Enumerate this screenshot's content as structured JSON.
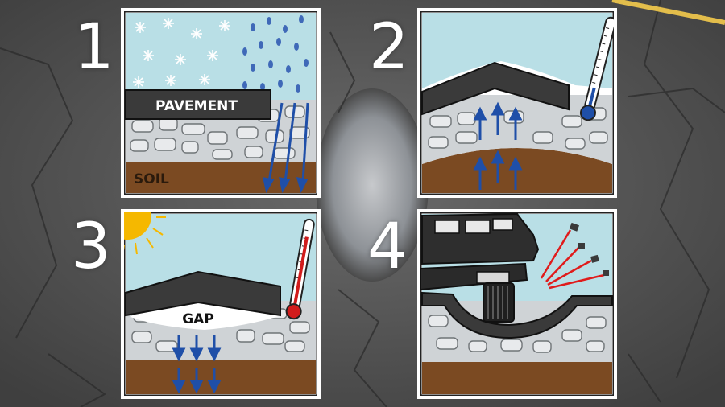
{
  "steps": [
    {
      "number": "1",
      "pavement_label": "PAVEMENT",
      "soil_label": "SOIL"
    },
    {
      "number": "2"
    },
    {
      "number": "3",
      "gap_label": "GAP"
    },
    {
      "number": "4"
    }
  ],
  "colors": {
    "sky": "#b9dfe6",
    "pavement": "#3a3a3a",
    "soil": "#7b4a22",
    "arrow": "#1f4fa8",
    "thermo_cold": "#1f4fa8",
    "thermo_hot": "#d11c1c",
    "sun": "#f5b800",
    "debris_streak": "#e01b1b"
  },
  "icons": [
    "snowflake-icon",
    "raindrop-icon",
    "thermometer-icon",
    "sun-icon",
    "car-tire-icon"
  ]
}
